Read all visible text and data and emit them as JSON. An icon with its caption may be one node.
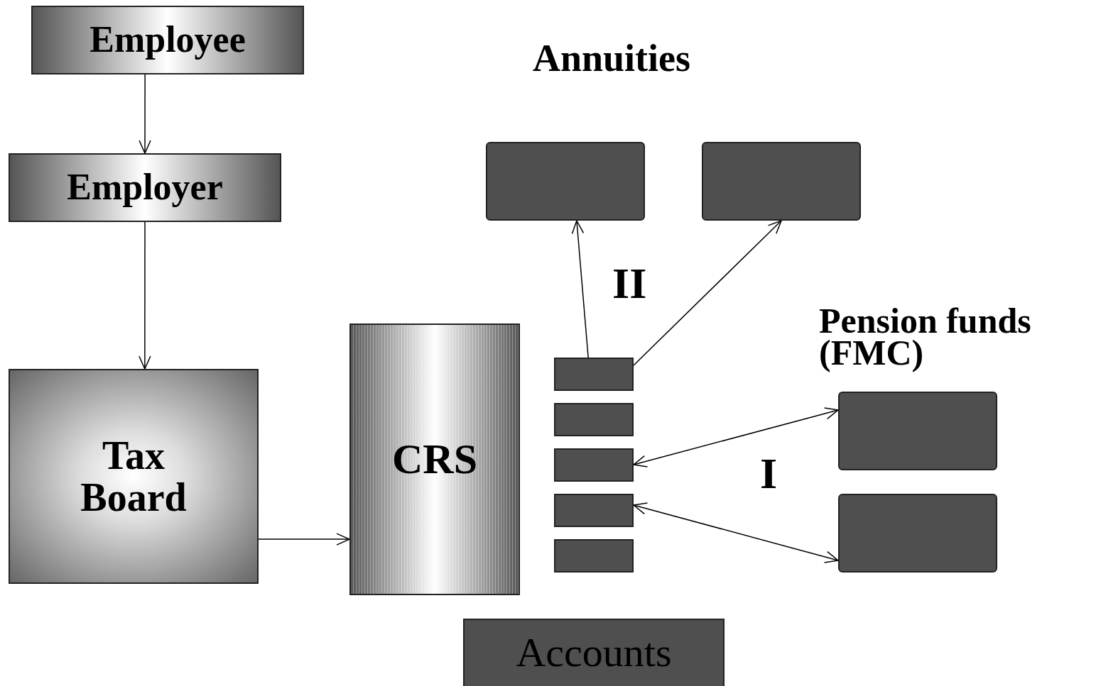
{
  "diagram": {
    "nodes": [
      {
        "text": [
          "Employee"
        ]
      },
      {
        "text": [
          "Employer"
        ]
      },
      {
        "text": [
          "Tax Board"
        ]
      },
      {
        "text": [
          "CRS"
        ]
      },
      {
        "text": [],
        "shape": "bar"
      },
      {
        "text": [],
        "shape": "bar"
      },
      {
        "text": [],
        "shape": "bar"
      },
      {
        "text": [],
        "shape": "bar"
      },
      {
        "text": [],
        "shape": "bar"
      },
      {
        "text": [],
        "shape": "box"
      },
      {
        "text": [],
        "shape": "box"
      },
      {
        "text": [],
        "shape": "box"
      },
      {
        "text": [],
        "shape": "box"
      },
      {
        "text": [
          "Accounts"
        ]
      }
    ],
    "edges": [
      {
        "from": 0,
        "to": 1,
        "arrow": "to"
      },
      {
        "from": 1,
        "to": 2,
        "arrow": "to"
      },
      {
        "from": 2,
        "to": 3,
        "arrow": "to"
      },
      {
        "from": 4,
        "to": 9,
        "arrow": "to"
      },
      {
        "from": 4,
        "to": 10,
        "arrow": "to"
      },
      {
        "from": 6,
        "to": 11,
        "arrow": "both"
      },
      {
        "from": 7,
        "to": 12,
        "arrow": "both"
      }
    ],
    "labels": [
      "Annuities",
      "II",
      "Pension funds (FMC)",
      "I"
    ]
  }
}
